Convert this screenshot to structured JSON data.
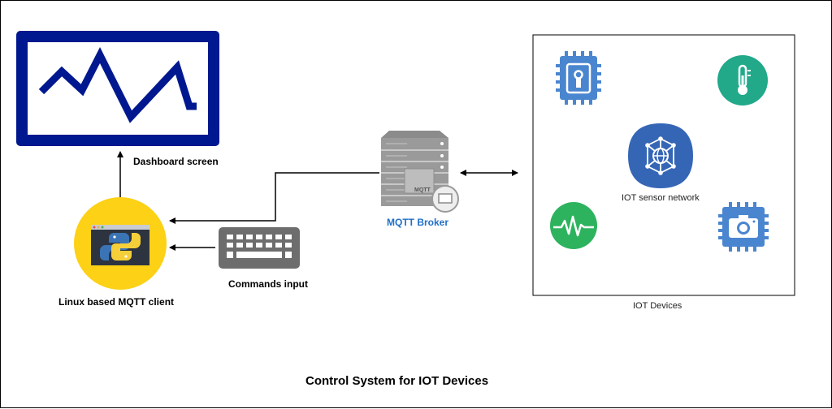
{
  "labels": {
    "dashboard": "Dashboard screen",
    "client": "Linux based MQTT client",
    "commands": "Commands input",
    "broker": "MQTT Broker",
    "broker_tag": "MQTT",
    "sensor_network": "IOT sensor network",
    "iot_devices": "IOT Devices",
    "title": "Control System for IOT Devices"
  },
  "colors": {
    "dashboard_blue": "#00188f",
    "python_yellow": "#fcd116",
    "keyboard_gray": "#6d6d6d",
    "broker_label_blue": "#1f6fc7",
    "chip_blue": "#4a86cf",
    "teal_green": "#21a98a",
    "green": "#2db35d",
    "hub_blue": "#3566b6"
  },
  "icons": {
    "dashboard": "line-chart-monitor-icon",
    "client": "python-terminal-icon",
    "keyboard": "keyboard-icon",
    "broker": "server-rack-icon",
    "chip_lock": "chip-lock-icon",
    "thermometer": "thermometer-icon",
    "network_hub": "globe-network-icon",
    "heartbeat": "heartbeat-icon",
    "chip_camera": "chip-camera-icon"
  }
}
